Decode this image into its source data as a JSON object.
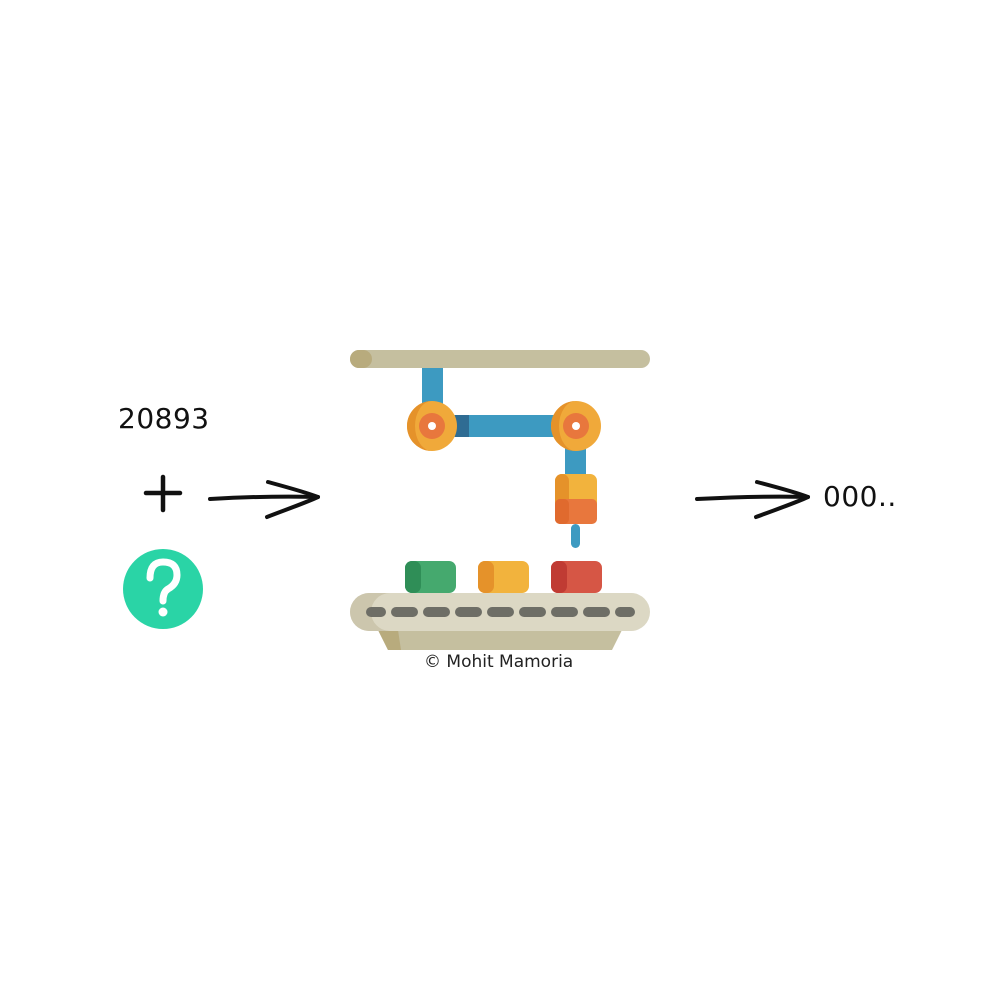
{
  "input": {
    "number": "20893",
    "operator_icon": "plus-icon",
    "mystery_icon": "question-icon"
  },
  "machine": {
    "icon": "robotic-arm-conveyor-icon",
    "credit": "© Mohit Mamoria"
  },
  "output": {
    "value": "000.."
  },
  "colors": {
    "question_badge": "#2ad4a6",
    "rail": "#c5bf9f",
    "arm": "#3d9ac1",
    "joint": "#f0a93a",
    "block_green": "#45a96e",
    "block_orange": "#f2b33d",
    "block_red": "#d65645",
    "belt": "#dcd8c4",
    "belt_slots": "#6e6e66"
  }
}
